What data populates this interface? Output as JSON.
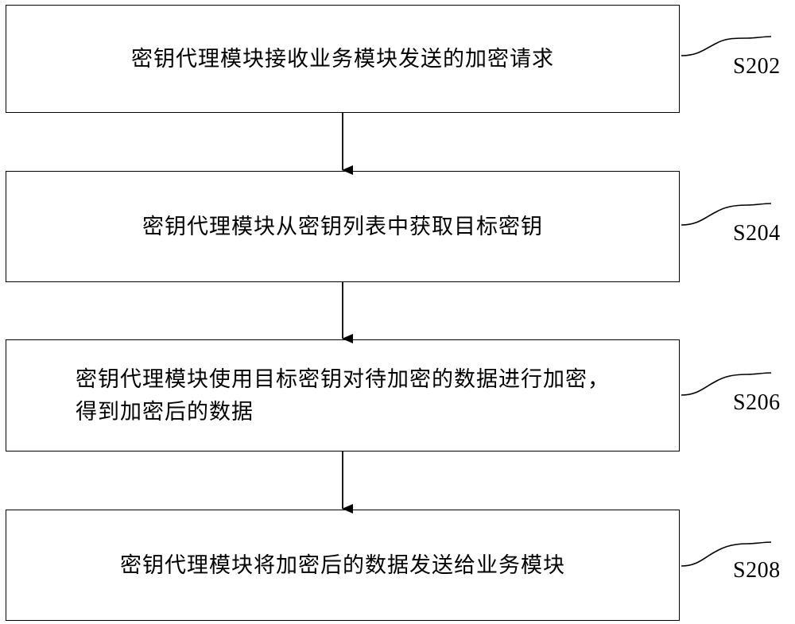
{
  "steps": [
    {
      "id": "S202",
      "text": "密钥代理模块接收业务模块发送的加密请求"
    },
    {
      "id": "S204",
      "text": "密钥代理模块从密钥列表中获取目标密钥"
    },
    {
      "id": "S206",
      "text": "密钥代理模块使用目标密钥对待加密的数据进行加密，\n得到加密后的数据"
    },
    {
      "id": "S208",
      "text": "密钥代理模块将加密后的数据发送给业务模块"
    }
  ],
  "colors": {
    "stroke": "#000000",
    "background": "#ffffff"
  }
}
